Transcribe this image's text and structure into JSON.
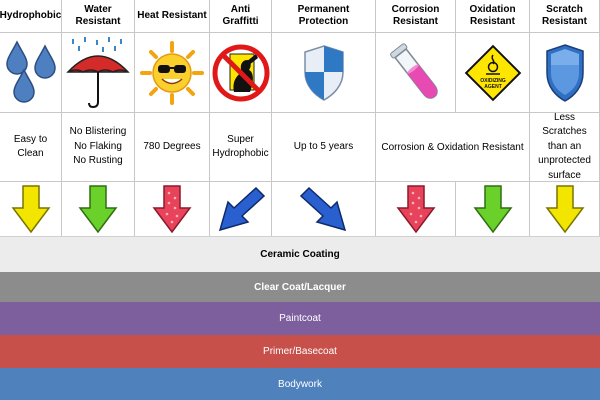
{
  "columns": [
    {
      "header": "Hydrophobic",
      "icon": "water-drops-icon",
      "desc": [
        "Easy to Clean"
      ],
      "arrow_color": "#f2e600"
    },
    {
      "header": "Water Resistant",
      "icon": "umbrella-icon",
      "desc": [
        "No Blistering",
        "No Flaking",
        "No Rusting"
      ],
      "arrow_color": "#6ad12a"
    },
    {
      "header": "Heat Resistant",
      "icon": "sun-icon",
      "desc": [
        "780 Degrees"
      ],
      "arrow_color": "#e8435a"
    },
    {
      "header": "Anti Graffitti",
      "icon": "no-graffiti-icon",
      "desc": [
        "Super",
        "Hydrophobic"
      ],
      "arrow_color": "#2a5fd0"
    },
    {
      "header": "Permanent Protection",
      "icon": "shield-icon",
      "desc": [
        "Up to 5 years"
      ],
      "arrow_color": "#2a5fd0"
    },
    {
      "header": "Corrosion Resistant",
      "icon": "test-tube-icon",
      "desc": [],
      "arrow_color": "#e8435a"
    },
    {
      "header": "Oxidation Resistant",
      "icon": "oxidizing-agent-icon",
      "desc": [],
      "arrow_color": "#6ad12a"
    },
    {
      "header": "Scratch Resistant",
      "icon": "scratch-shield-icon",
      "desc": [
        "Less Scratches",
        "than an",
        "unprotected",
        "surface"
      ],
      "arrow_color": "#f2e600"
    }
  ],
  "merged_desc": "Corrosion & Oxidation Resistant",
  "oxidizing_label": "OXIDIZING AGENT",
  "layers": {
    "ceramic": "Ceramic Coating",
    "clear": "Clear Coat/Lacquer",
    "paint": "Paintcoat",
    "primer": "Primer/Basecoat",
    "body": "Bodywork"
  }
}
